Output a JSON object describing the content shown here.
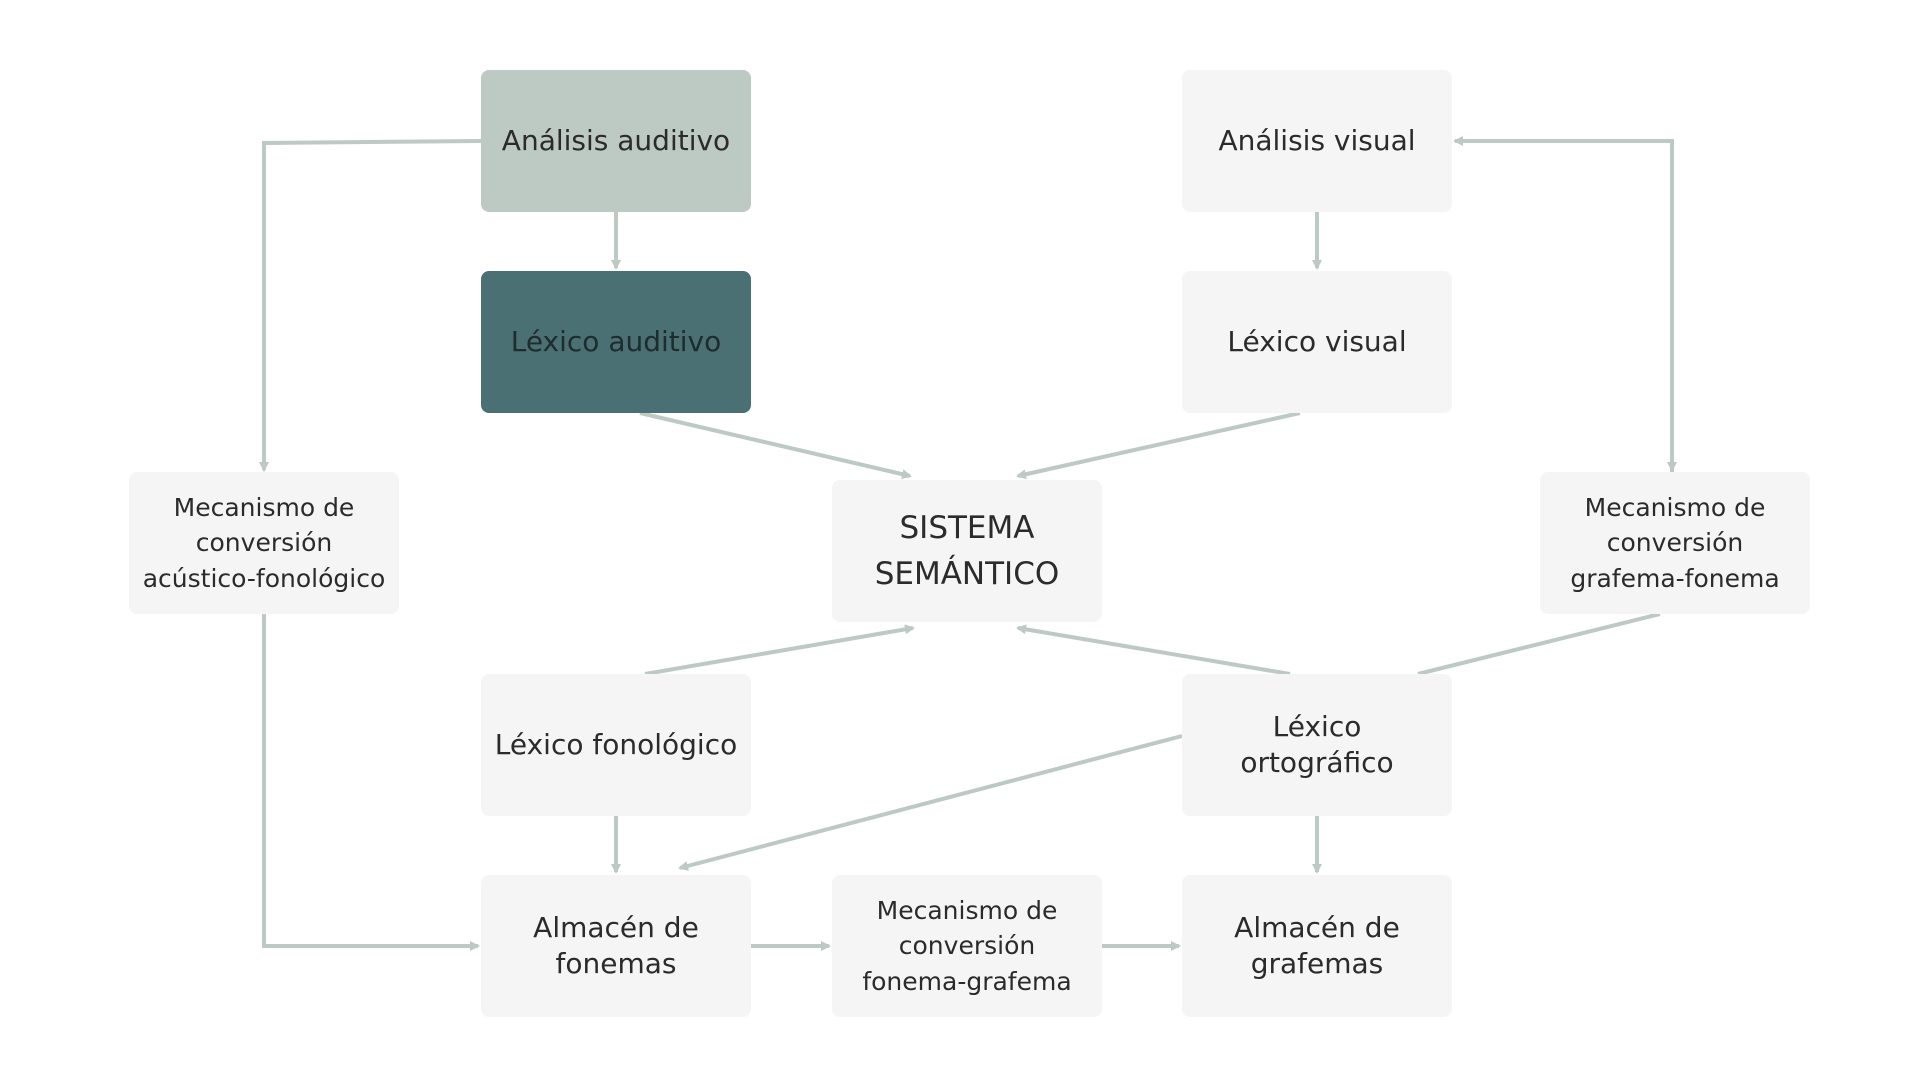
{
  "nodes": {
    "analisis_auditivo": "Análisis auditivo",
    "lexico_auditivo": "Léxico auditivo",
    "analisis_visual": "Análisis visual",
    "lexico_visual": "Léxico visual",
    "mec_acustico": [
      "Mecanismo de",
      "conversión",
      "acústico-fonológico"
    ],
    "sistema_semantico": [
      "SISTEMA",
      "SEMÁNTICO"
    ],
    "mec_grafema_fonema": [
      "Mecanismo de",
      "conversión",
      "grafema-fonema"
    ],
    "lexico_fonologico": "Léxico fonológico",
    "lexico_ortografico": "Léxico ortográfico",
    "almacen_fonemas": [
      "Almacén de",
      "fonemas"
    ],
    "mec_fonema_grafema": [
      "Mecanismo de",
      "conversión",
      "fonema-grafema"
    ],
    "almacen_grafemas": [
      "Almacén de",
      "grafemas"
    ]
  },
  "colors": {
    "node_fill": "#f5f5f5",
    "highlight_light": "#bdc9c3",
    "highlight_dark": "#4a7073",
    "edge": "#bdc9c3",
    "text": "#2b2b2b"
  }
}
